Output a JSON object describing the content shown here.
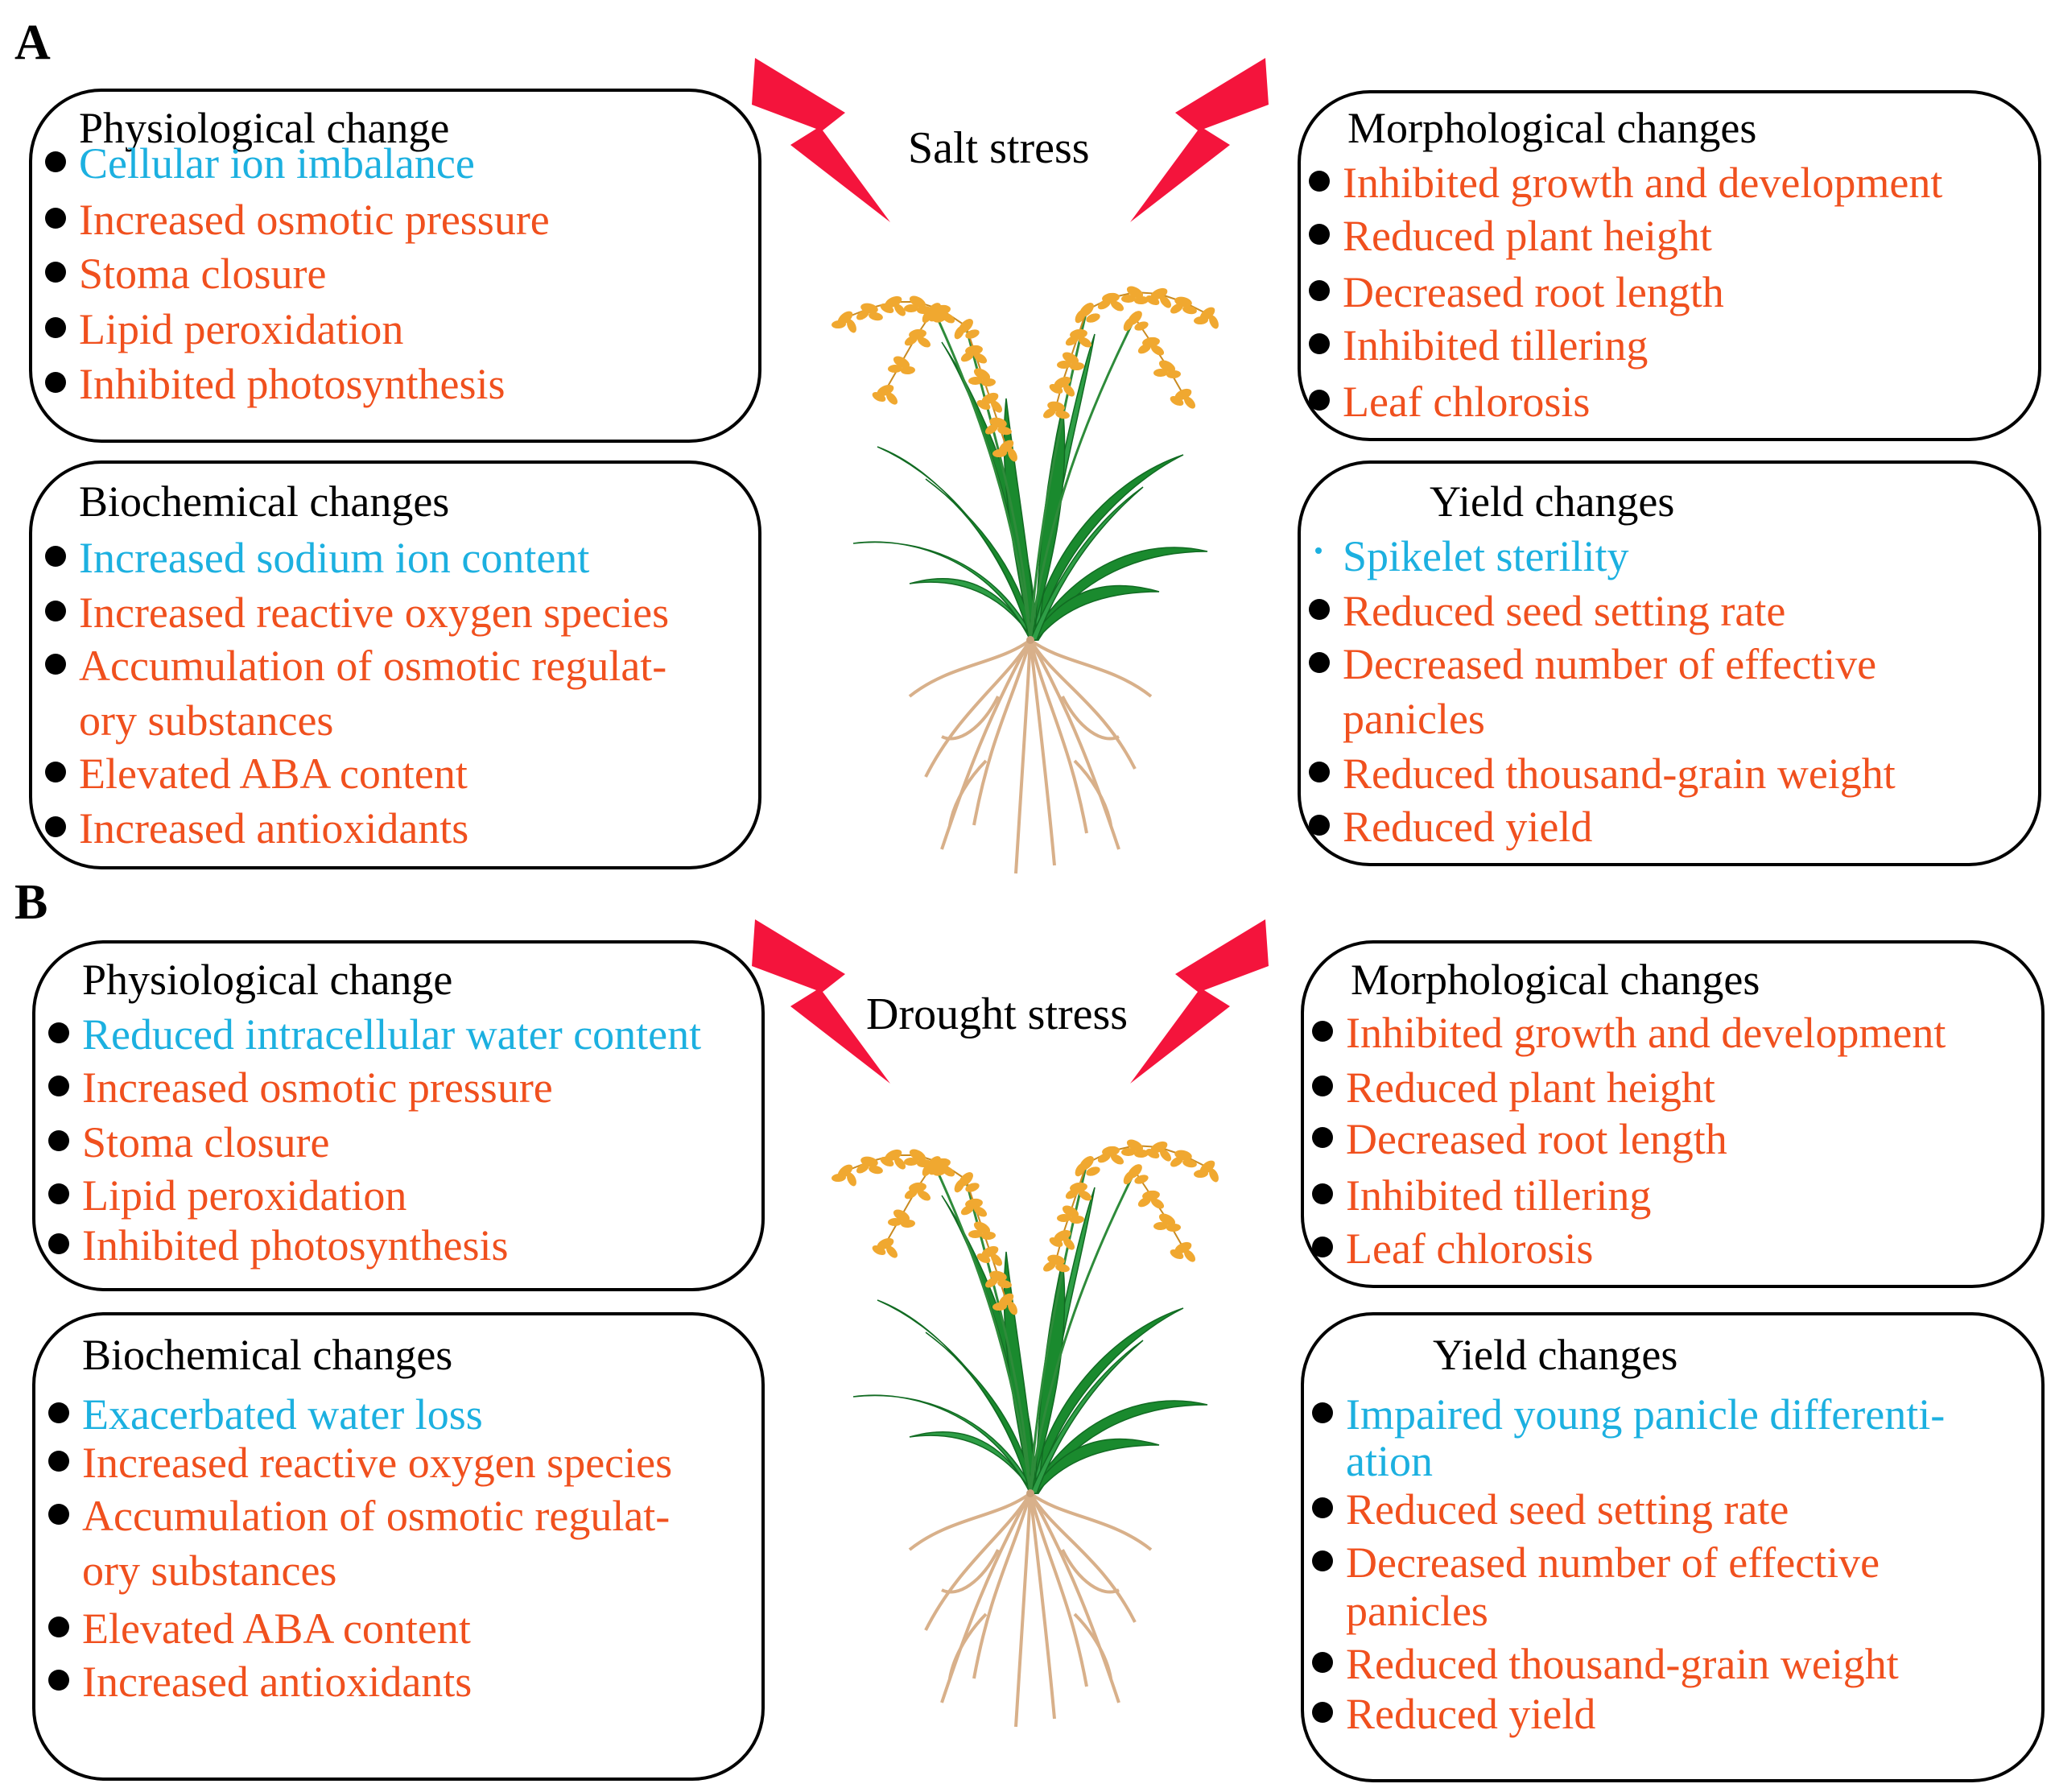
{
  "colors": {
    "blue": "#1cb0e0",
    "red": "#f0501e",
    "bolt": "#f4143c",
    "leaf": "#1a8a2e",
    "grain": "#f0a830",
    "root": "#d8b08a"
  },
  "panelA": {
    "letter": "A",
    "stress": "Salt stress",
    "physio": {
      "title": "Physiological change",
      "items": [
        {
          "text": "Cellular ion imbalance",
          "color": "blue"
        },
        {
          "text": "Increased osmotic pressure",
          "color": "red"
        },
        {
          "text": "Stoma closure",
          "color": "red"
        },
        {
          "text": "Lipid peroxidation",
          "color": "red"
        },
        {
          "text": "Inhibited photosynthesis",
          "color": "red"
        }
      ]
    },
    "biochem": {
      "title": "Biochemical changes",
      "items": [
        {
          "text": "Increased sodium ion content",
          "color": "blue"
        },
        {
          "text": "Increased reactive oxygen species",
          "color": "red"
        },
        {
          "text": "Accumulation of osmotic regulat-",
          "color": "red"
        },
        {
          "text": "ory substances",
          "color": "red"
        },
        {
          "text": "Elevated ABA content",
          "color": "red"
        },
        {
          "text": "Increased antioxidants",
          "color": "red"
        }
      ]
    },
    "morph": {
      "title": "Morphological changes",
      "items": [
        {
          "text": "Inhibited growth and development",
          "color": "red"
        },
        {
          "text": "Reduced plant height",
          "color": "red"
        },
        {
          "text": "Decreased root length",
          "color": "red"
        },
        {
          "text": "Inhibited tillering",
          "color": "red"
        },
        {
          "text": "Leaf chlorosis",
          "color": "red"
        }
      ]
    },
    "yield": {
      "title": "Yield changes",
      "items": [
        {
          "text": "Spikelet sterility",
          "color": "blue"
        },
        {
          "text": "Reduced seed setting rate",
          "color": "red"
        },
        {
          "text": "Decreased number of effective",
          "color": "red"
        },
        {
          "text": "panicles",
          "color": "red"
        },
        {
          "text": "Reduced thousand-grain weight",
          "color": "red"
        },
        {
          "text": "Reduced yield",
          "color": "red"
        }
      ]
    }
  },
  "panelB": {
    "letter": "B",
    "stress": "Drought stress",
    "physio": {
      "title": "Physiological change",
      "items": [
        {
          "text": "Reduced intracellular water content",
          "color": "blue"
        },
        {
          "text": "Increased osmotic pressure",
          "color": "red"
        },
        {
          "text": "Stoma closure",
          "color": "red"
        },
        {
          "text": "Lipid peroxidation",
          "color": "red"
        },
        {
          "text": "Inhibited photosynthesis",
          "color": "red"
        }
      ]
    },
    "biochem": {
      "title": "Biochemical changes",
      "items": [
        {
          "text": "Exacerbated water loss",
          "color": "blue"
        },
        {
          "text": "Increased reactive oxygen species",
          "color": "red"
        },
        {
          "text": "Accumulation of osmotic regulat-",
          "color": "red"
        },
        {
          "text": "ory substances",
          "color": "red"
        },
        {
          "text": "Elevated ABA content",
          "color": "red"
        },
        {
          "text": "Increased antioxidants",
          "color": "red"
        }
      ]
    },
    "morph": {
      "title": "Morphological changes",
      "items": [
        {
          "text": "Inhibited growth and development",
          "color": "red"
        },
        {
          "text": "Reduced plant height",
          "color": "red"
        },
        {
          "text": "Decreased root length",
          "color": "red"
        },
        {
          "text": "Inhibited tillering",
          "color": "red"
        },
        {
          "text": "Leaf chlorosis",
          "color": "red"
        }
      ]
    },
    "yield": {
      "title": "Yield changes",
      "items": [
        {
          "text": "Impaired young panicle differenti-",
          "color": "blue"
        },
        {
          "text": "ation",
          "color": "blue"
        },
        {
          "text": "Reduced seed setting rate",
          "color": "red"
        },
        {
          "text": "Decreased number of effective",
          "color": "red"
        },
        {
          "text": "panicles",
          "color": "red"
        },
        {
          "text": "Reduced thousand-grain weight",
          "color": "red"
        },
        {
          "text": "Reduced yield",
          "color": "red"
        }
      ]
    }
  }
}
